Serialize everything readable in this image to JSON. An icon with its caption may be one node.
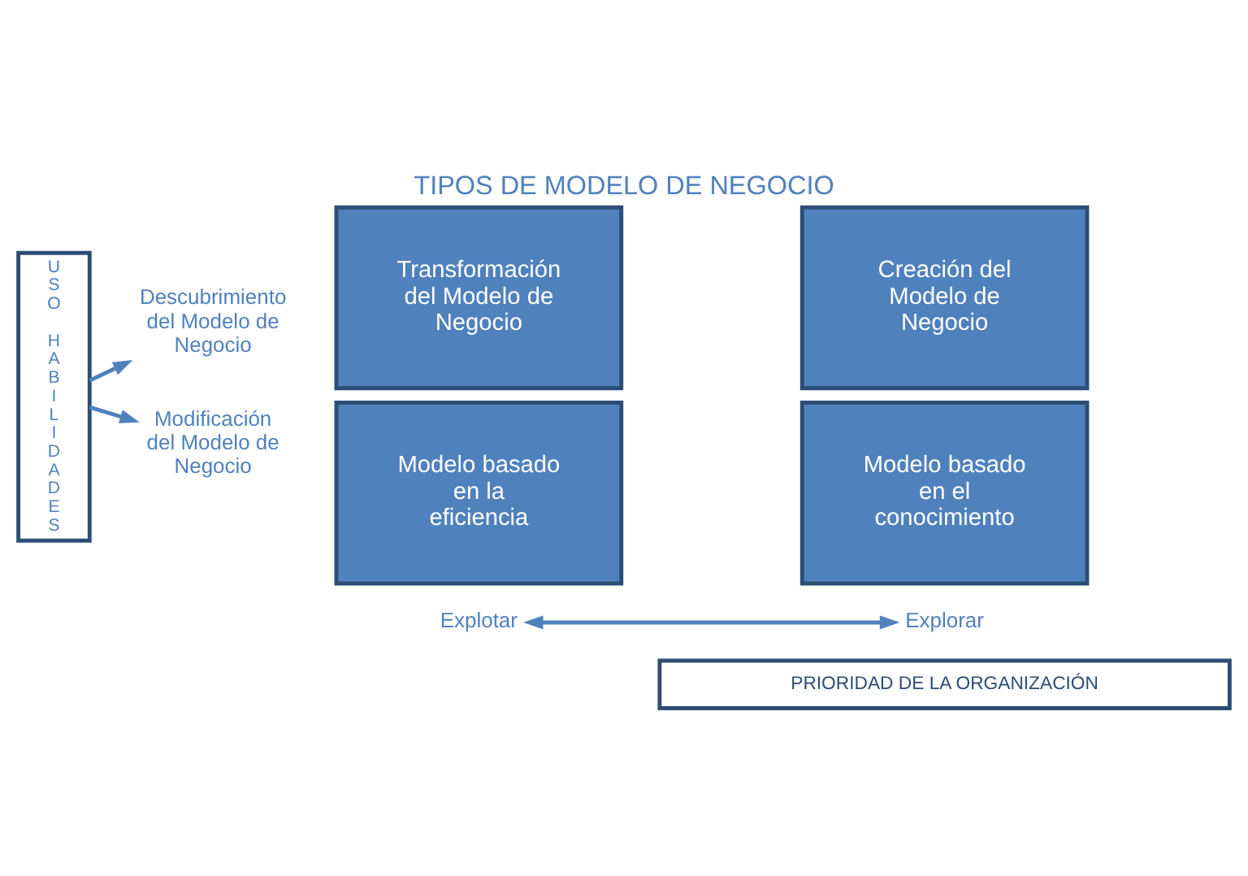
{
  "diagram": {
    "title": "TIPOS DE MODELO DE NEGOCIO",
    "nodes": [
      {
        "text": [
          "USO HABILIDADES"
        ]
      },
      {
        "text": [
          "Descubrimiento del Modelo de Negocio"
        ]
      },
      {
        "text": [
          "Modificación del Modelo de Negocio"
        ]
      },
      {
        "text": [
          "Transformación del Modelo de Negocio"
        ]
      },
      {
        "text": [
          "Creación del Modelo de Negocio"
        ]
      },
      {
        "text": [
          "Modelo basado en la eficiencia"
        ]
      },
      {
        "text": [
          "Modelo basado en el conocimiento"
        ]
      },
      {
        "text": [
          "Explotar"
        ]
      },
      {
        "text": [
          "Explorar"
        ]
      },
      {
        "text": [
          "PRIORIDAD DE LA ORGANIZACIÓN"
        ]
      }
    ],
    "edges": [
      {
        "from": 0,
        "to": 1,
        "arrow": "to"
      },
      {
        "from": 0,
        "to": 2,
        "arrow": "to"
      },
      {
        "from": 7,
        "to": 8,
        "arrow": "both"
      }
    ]
  }
}
